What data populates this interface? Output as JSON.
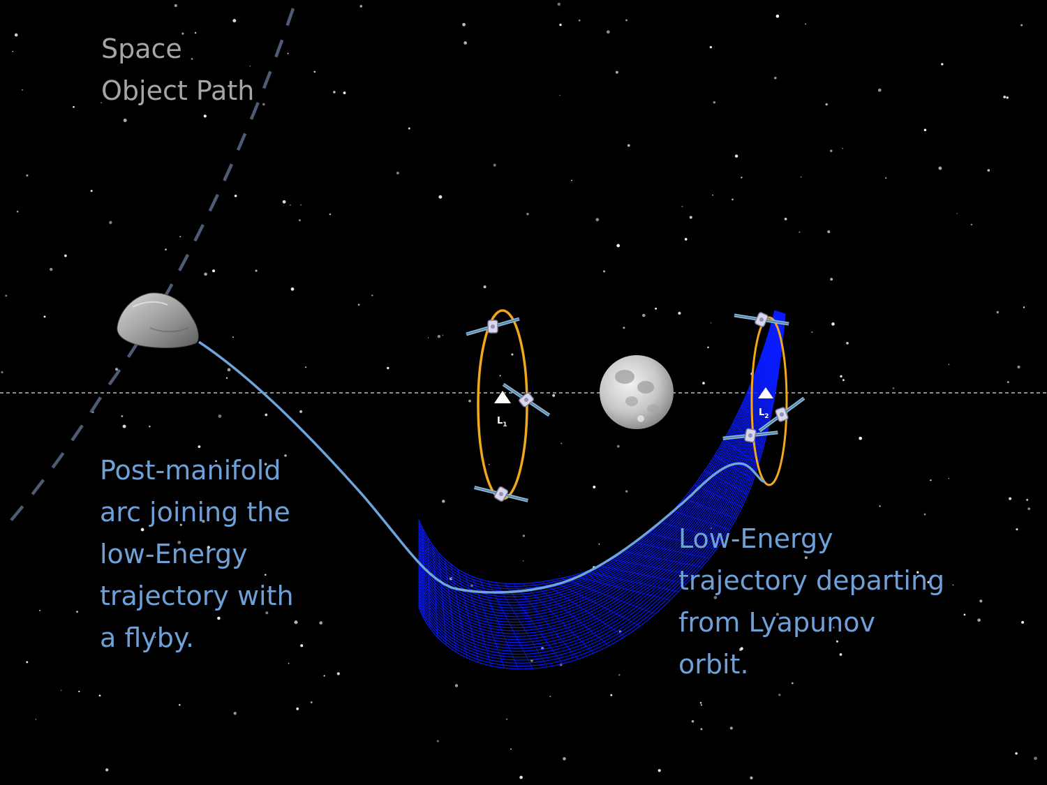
{
  "labels": {
    "space_object_path": [
      "Space",
      "Object Path"
    ],
    "post_manifold": [
      "Post-manifold",
      "arc joining the",
      "low-Energy",
      "trajectory with",
      "a flyby."
    ],
    "low_energy": [
      "Low-Energy",
      "trajectory departing",
      "from Lyapunov",
      "orbit."
    ]
  },
  "lagrange_points": {
    "l1": {
      "letter": "L",
      "sub": "1"
    },
    "l2": {
      "letter": "L",
      "sub": "2"
    }
  },
  "colors": {
    "background": "#000000",
    "space_label": "#a6a6a6",
    "caption": "#6fa0d6",
    "object_path": "#4d5c72",
    "transfer_arc": "#6ea6dc",
    "manifold": "#0a1cff",
    "lyapunov_orbit": "#f2a81d",
    "axis_line": "#bfbfbf"
  },
  "icons": [
    "asteroid-icon",
    "moon-icon",
    "satellite-icon",
    "lagrange-point-marker-icon"
  ]
}
